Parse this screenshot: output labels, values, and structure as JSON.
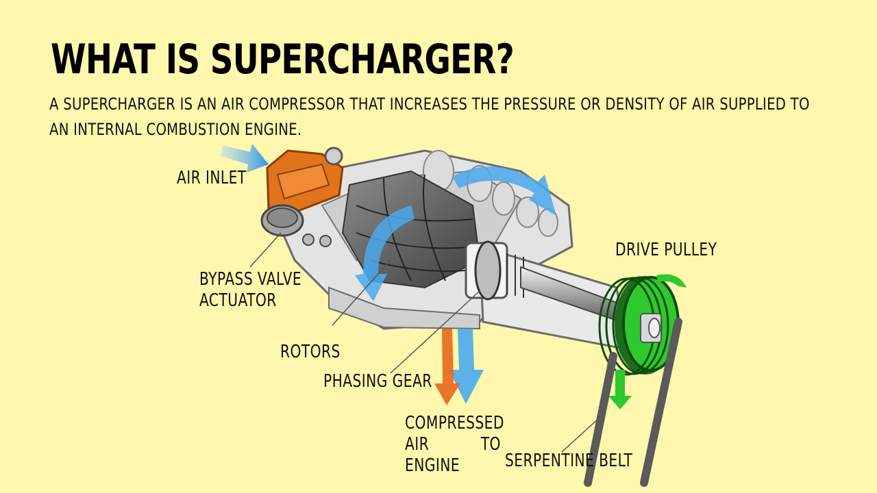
{
  "header": {
    "title": "WHAT IS SUPERCHARGER?",
    "description": "A SUPERCHARGER IS AN AIR COMPRESSOR THAT INCREASES THE PRESSURE OR DENSITY OF AIR SUPPLIED TO AN INTERNAL COMBUSTION ENGINE."
  },
  "labels": {
    "air_inlet": "AIR INLET",
    "bypass_valve_line1": "BYPASS VALVE",
    "bypass_valve_line2": "ACTUATOR",
    "rotors": "ROTORS",
    "phasing_gear": "PHASING GEAR",
    "compressed_line1": "COMPRESSED",
    "compressed_line2": "AIR",
    "compressed_to": "TO",
    "compressed_line3": "ENGINE",
    "drive_pulley": "DRIVE PULLEY",
    "serpentine_belt": "SERPENTINE BELT"
  },
  "colors": {
    "background": "#fff7ad",
    "airflow_blue": "#4aa8ec",
    "inlet_orange": "#e0731b",
    "pulley_green": "#2ec92e",
    "housing_gray": "#d9d9d9"
  }
}
